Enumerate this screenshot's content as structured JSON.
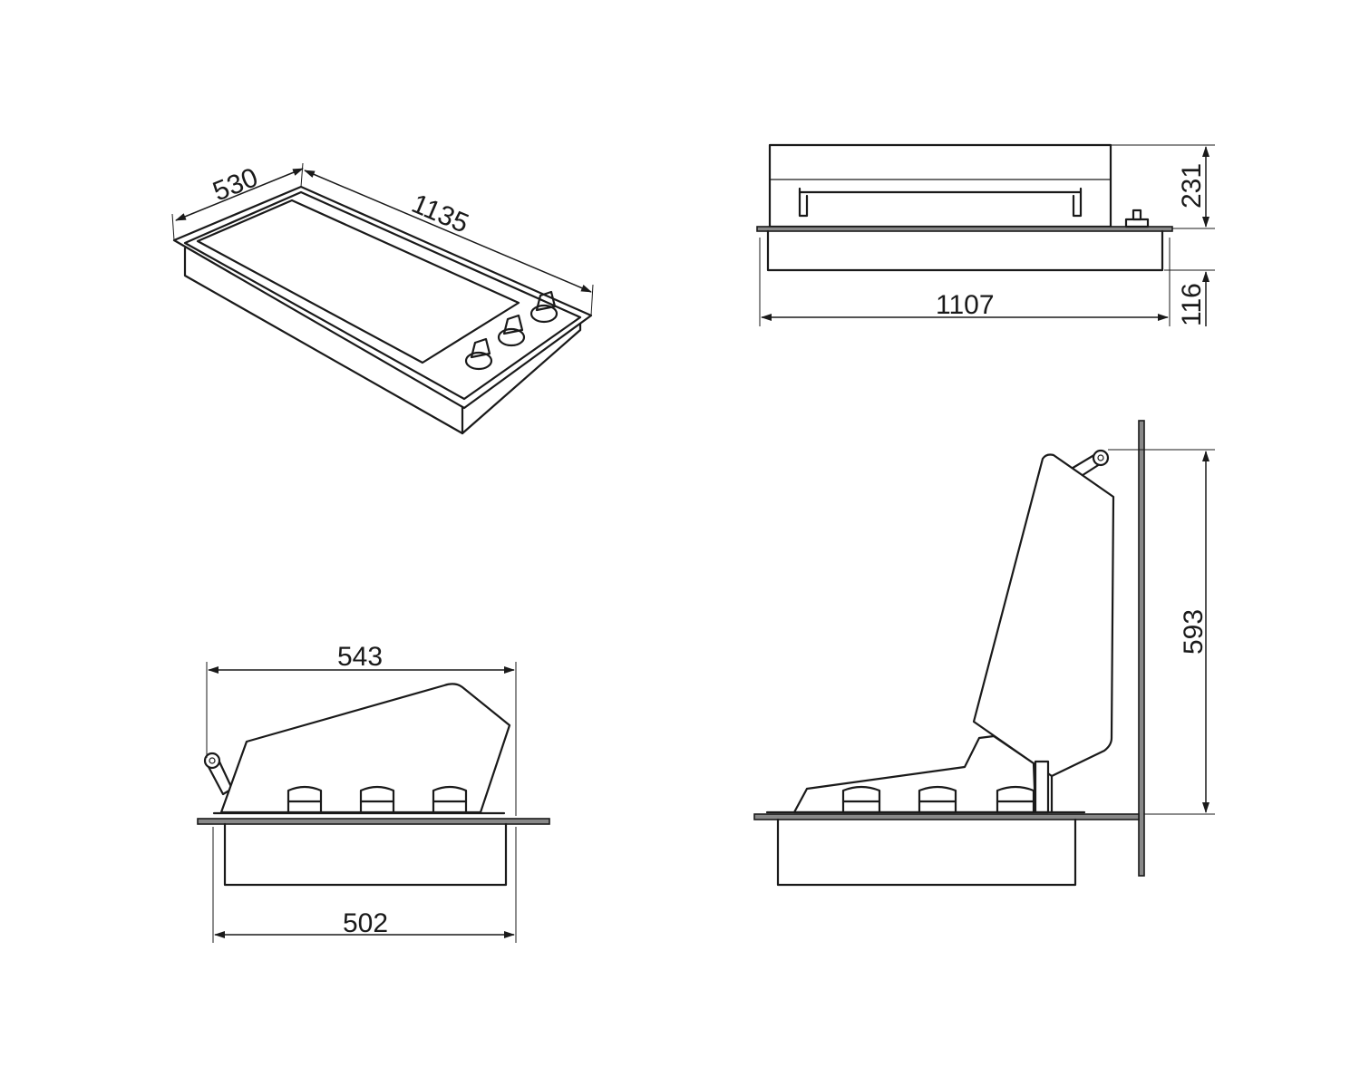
{
  "dimensions": {
    "iso_depth": "530",
    "iso_width": "1135",
    "front_height_lid": "231",
    "front_height_body": "116",
    "front_width": "1107",
    "side_top_width": "543",
    "side_bottom_width": "502",
    "side_open_height": "593"
  }
}
